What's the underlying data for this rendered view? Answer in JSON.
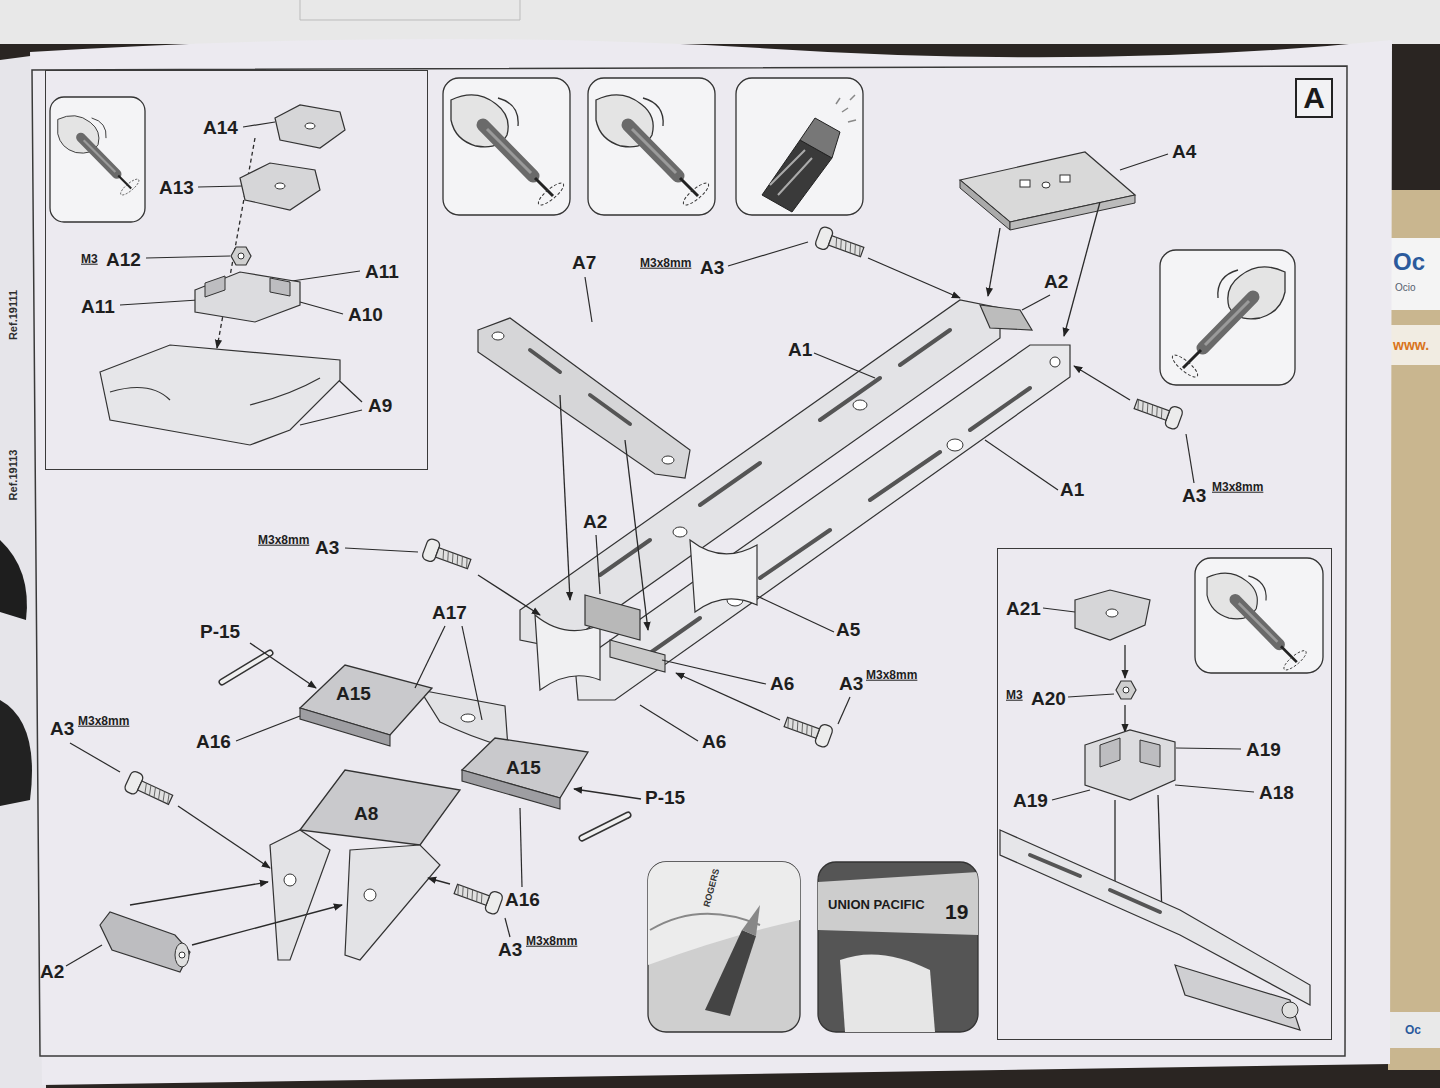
{
  "diagram": {
    "nodes": [
      {
        "text": [
          "A14",
          "A13",
          "M3",
          "A12",
          "A11",
          "A11",
          "A10",
          "A9"
        ]
      },
      {
        "text": [
          "A"
        ]
      },
      {
        "text": [
          "A21",
          "M3",
          "A20",
          "A19",
          "A18",
          "A19"
        ]
      }
    ],
    "labels": [
      "Ref.19111",
      "Ref.19113",
      "A4",
      "A7",
      "M3x8mm",
      "A3",
      "A2",
      "A1",
      "A1",
      "A3",
      "M3x8mm",
      "A2",
      "M3x8mm",
      "A3",
      "A17",
      "P-15",
      "A5",
      "A6",
      "A3",
      "M3x8mm",
      "A15",
      "A3",
      "M3x8mm",
      "A16",
      "A6",
      "A15",
      "P-15",
      "A8",
      "A16",
      "A3",
      "M3x8mm",
      "A2",
      "ROGERS",
      "UNION PACIFIC",
      "19",
      "Oc",
      "Ocio",
      "www.",
      "Oc"
    ]
  }
}
